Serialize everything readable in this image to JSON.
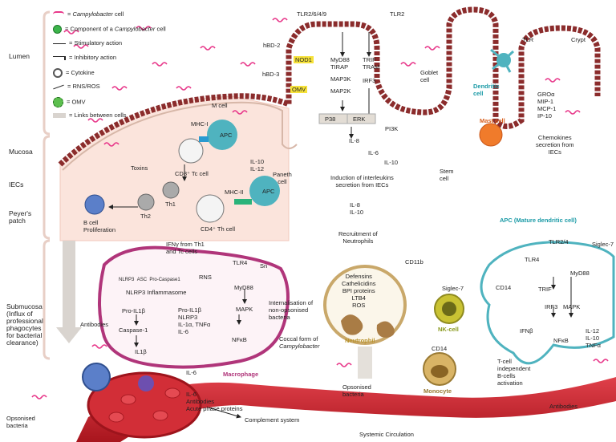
{
  "legend": {
    "items": [
      {
        "label": "Campylobacter",
        "suffix": " cell"
      },
      {
        "label": "= Component of a ",
        "em": "Campylobacter",
        "suffix": " cell"
      },
      {
        "label": "= Stimulatory action"
      },
      {
        "label": "= Inhibitory action"
      },
      {
        "label": "= Cytokine"
      },
      {
        "label": "= RNS/ROS"
      },
      {
        "label": "= OMV"
      },
      {
        "label": "= Links between cells"
      }
    ],
    "prefix_equals": "= "
  },
  "side_labels": {
    "lumen": "Lumen",
    "mucosa": "Mucosa",
    "iecs": "IECs",
    "peyers_patch": "Peyer's\npatch",
    "peyers_line1": "Peyer's",
    "peyers_line2": "patch",
    "submucosa": [
      "Submucosa",
      "(Influx of",
      "professional",
      "phagocytes",
      "for bacterial",
      "clearance)"
    ],
    "opsonised_line1": "Opsonised",
    "opsonised_line2": "bacteria"
  },
  "top": {
    "tlr2649": "TLR2/6/4/9",
    "tlr2": "TLR2",
    "hbd2": "hBD-2",
    "hbd3": "hBD-3",
    "nod1": "NOD1",
    "omv": "OMV",
    "myd88": "MyD88",
    "tirap": "TIRAP",
    "map3k": "MAP3K",
    "map2k": "MAP2K",
    "trif": "TRIF",
    "tram": "TRAM",
    "irf3": "IRF3",
    "p38": "P38",
    "erk": "ERK",
    "pi3k": "PI3K",
    "il8": "IL-8",
    "il6": "IL-6",
    "il10": "IL-10",
    "induction": [
      "Induction of interleukins",
      "secretion from IECs"
    ],
    "goblet": [
      "Goblet",
      "cell"
    ],
    "stem": [
      "Stem",
      "cell"
    ],
    "paneth": [
      "Paneth",
      "cell"
    ],
    "mcell": "M cell",
    "tlr_right": "TLR",
    "crypt": "Crypt",
    "dendritic": [
      "Dendritic",
      "cell"
    ],
    "mast": "Mast cell",
    "chemokines": [
      "GROα",
      "MIP-1",
      "MCP-1",
      "IP-10"
    ],
    "chemokine_caption": [
      "Chemokines",
      "secretion from",
      "IECs"
    ]
  },
  "mucosa": {
    "mhc1": "MHC-I",
    "apc": "APC",
    "toxins": "Toxins",
    "cd8": "CD8⁺ Tc cell",
    "il10": "IL-10",
    "il12": "IL-12",
    "mhc2": "MHC-II",
    "apc2": "APC",
    "th2": "Th2",
    "th1": "Th1",
    "bcell": [
      "B cell",
      "Proliferation"
    ],
    "cd4": "CD4⁺ Th cell"
  },
  "submucosa": {
    "ifng": [
      "IFNγ from Th1",
      "and Tc cells"
    ],
    "antibodies": "Antibodies",
    "nlrp3_row": [
      "NLRP3",
      "ASC",
      "Pro-Caspase1"
    ],
    "inflammasome": "NLRP3 Inflammasome",
    "rns": "RNS",
    "tlr4": "TLR4",
    "sn": "Sn",
    "myd88": "MyD88",
    "mapk": "MAPK",
    "nfkb": "NFκB",
    "pro_il1b": "Pro-IL1β",
    "caspase1": "Caspase-1",
    "il1b": "IL1β",
    "cytokines": [
      "Pro-IL1β",
      "NLRP3",
      "IL-1α, TNFα",
      "IL-6"
    ],
    "il6": "IL-6",
    "internalisation": [
      "Internalisation of",
      "non-opsonised",
      "bacteria"
    ],
    "coccal": [
      "Coccal form of",
      "Campylobacter"
    ],
    "macrophage": "Macrophage"
  },
  "neutrophil": {
    "il8": "IL-8",
    "il10": "IL-10",
    "recruit": [
      "Recruitment of",
      "Neutrophils"
    ],
    "cd11b": "CD11b",
    "items": [
      "Defensins",
      "Cathelicidins",
      "BPI proteins",
      "LTB4",
      "ROS"
    ],
    "label": "Neutrophil",
    "opsonised": [
      "Opsonised",
      "bacteria"
    ]
  },
  "nk": {
    "siglec": "Siglec-7",
    "label": "NK-cell"
  },
  "monocyte": {
    "cd14": "CD14",
    "label": "Monocyte"
  },
  "apc_mature": {
    "title": "APC (Mature dendritic cell)",
    "tlr24": "TLR2/4",
    "siglec": "Siglec-7",
    "tlr4": "TLR4",
    "cd14": "CD14",
    "trif": "TRIF",
    "myd88": "MyD88",
    "irf3": "IRF3",
    "mapk": "MAPK",
    "ifnb": "IFNβ",
    "nfkb": "NFκB",
    "cytokines": [
      "IL-12",
      "IL-10",
      "TNFα"
    ],
    "tcell": [
      "T-cell",
      "independent",
      "B-cells",
      "activation"
    ],
    "antibodies": "Antibodies"
  },
  "blood": {
    "lines": [
      "IL-6",
      "Antibodies",
      "Acute phase proteins"
    ],
    "complement": "Complement system",
    "systemic": "Systemic Circulation"
  },
  "colors": {
    "campylobacter": "#e8388a",
    "component": "#3cb44b",
    "lumen_wall": "#8b2c2c",
    "apc": "#4fb3bf",
    "macrophage_border": "#b0357a",
    "blood": "#c7202a",
    "neutrophil": "#c9a86a",
    "mast": "#f07b2b",
    "dendritic_title": "#1a9aa6"
  }
}
